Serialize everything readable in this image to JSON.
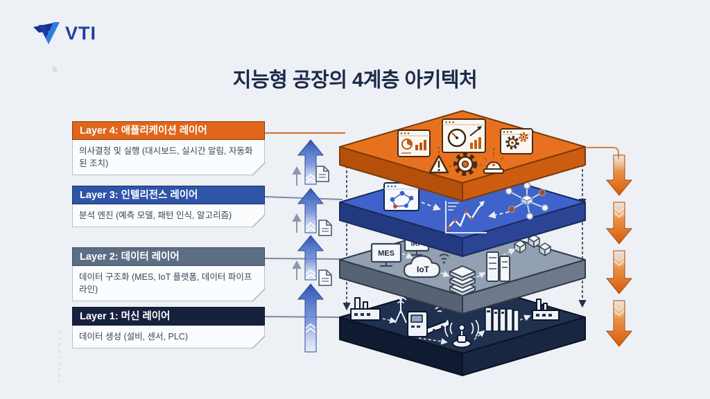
{
  "background_color": "#edf0f4",
  "logo": {
    "brand": "VTI",
    "color": "#1e3fa8"
  },
  "title": {
    "text": "지능형 공장의 4계층 아키텍처",
    "color": "#1c2a4a"
  },
  "layer_boxes": [
    {
      "title": "Layer 4: 애플리케이션 레이어",
      "description": "의사결정 및 실행 (대시보드, 실시간 알림, 자동화된 조치)",
      "header_color": "#df661b"
    },
    {
      "title": "Layer 3: 인텔리전스 레이어",
      "description": "분석 엔진 (예측 모델, 패턴 인식, 알고리즘)",
      "header_color": "#2f55a8"
    },
    {
      "title": "Layer 2: 데이터 레이어",
      "description": "데이터 구조화 (MES, IoT 플랫폼, 데이터 파이프라인)",
      "header_color": "#5d6e84"
    },
    {
      "title": "Layer 1: 머신 레이어",
      "description": "데이터 생성 (설비, 센서, PLC)",
      "header_color": "#16213d"
    }
  ],
  "stack": {
    "labels": {
      "mes": "MES",
      "irp": "IRP",
      "iot": "IoT"
    },
    "layers": [
      {
        "name": "application-layer-slab",
        "top_color": "#e8711f",
        "icons": [
          "dashboard-window-icon",
          "gauge-window-icon",
          "automation-window-icon",
          "warning-icon",
          "gear-icon",
          "alert-siren-icon"
        ]
      },
      {
        "name": "intelligence-layer-slab",
        "top_color": "#3f63ca",
        "icons": [
          "node-graph-window-icon",
          "trend-chart-icon",
          "ai-network-icon"
        ]
      },
      {
        "name": "data-layer-slab",
        "top_color": "#93a0b1",
        "icons": [
          "mes-terminal-icon",
          "irp-terminal-icon",
          "iot-cloud-icon",
          "database-stack-icon",
          "server-rack-icon",
          "data-cubes-icon"
        ]
      },
      {
        "name": "machine-layer-slab",
        "top_color": "#20304f",
        "icons": [
          "factory-icon",
          "antenna-tower-icon",
          "cnc-machine-icon",
          "sensor-beacon-icon",
          "plc-rack-icon",
          "small-factory-icon"
        ]
      }
    ]
  },
  "flows": {
    "up_arrows": {
      "count": 4,
      "color": "#3a62c8",
      "direction": "up"
    },
    "down_arrows": {
      "count": 4,
      "color": "#d8600f",
      "direction": "down"
    },
    "document_icons": 3
  }
}
